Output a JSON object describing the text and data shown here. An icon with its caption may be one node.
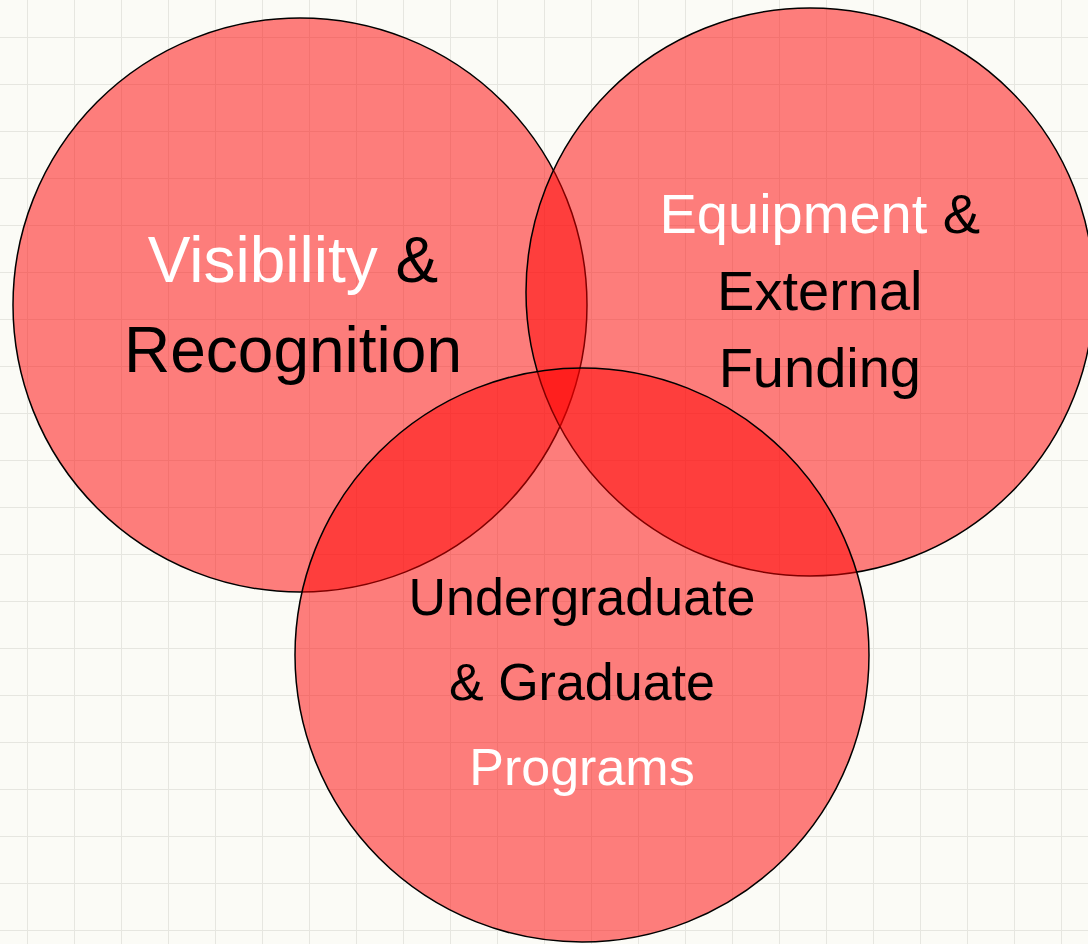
{
  "diagram": {
    "nodes": [
      {
        "text": [
          "Visibility & Recognition"
        ]
      },
      {
        "text": [
          "Equipment & External Funding"
        ]
      },
      {
        "text": [
          "Undergraduate & Graduate Programs"
        ]
      }
    ],
    "edges": []
  }
}
